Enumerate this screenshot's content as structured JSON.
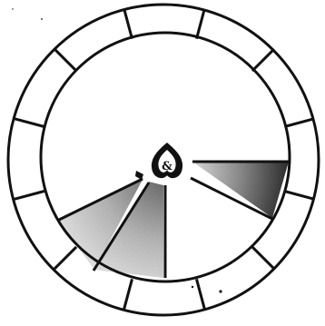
{
  "diagram": {
    "outer_ring_segments": 12,
    "shaded_sectors": [
      {
        "id": "right",
        "shade": "dark-gradient"
      },
      {
        "id": "lower-left-1",
        "shade": "light-gradient"
      },
      {
        "id": "lower-left-2",
        "shade": "light-gradient"
      }
    ],
    "center_glyph": "heart-with-ampersand",
    "colors": {
      "ink": "#111111",
      "paper": "#ffffff",
      "shade_dark": "#1a1a1a",
      "shade_light": "#9a9a9a"
    }
  }
}
